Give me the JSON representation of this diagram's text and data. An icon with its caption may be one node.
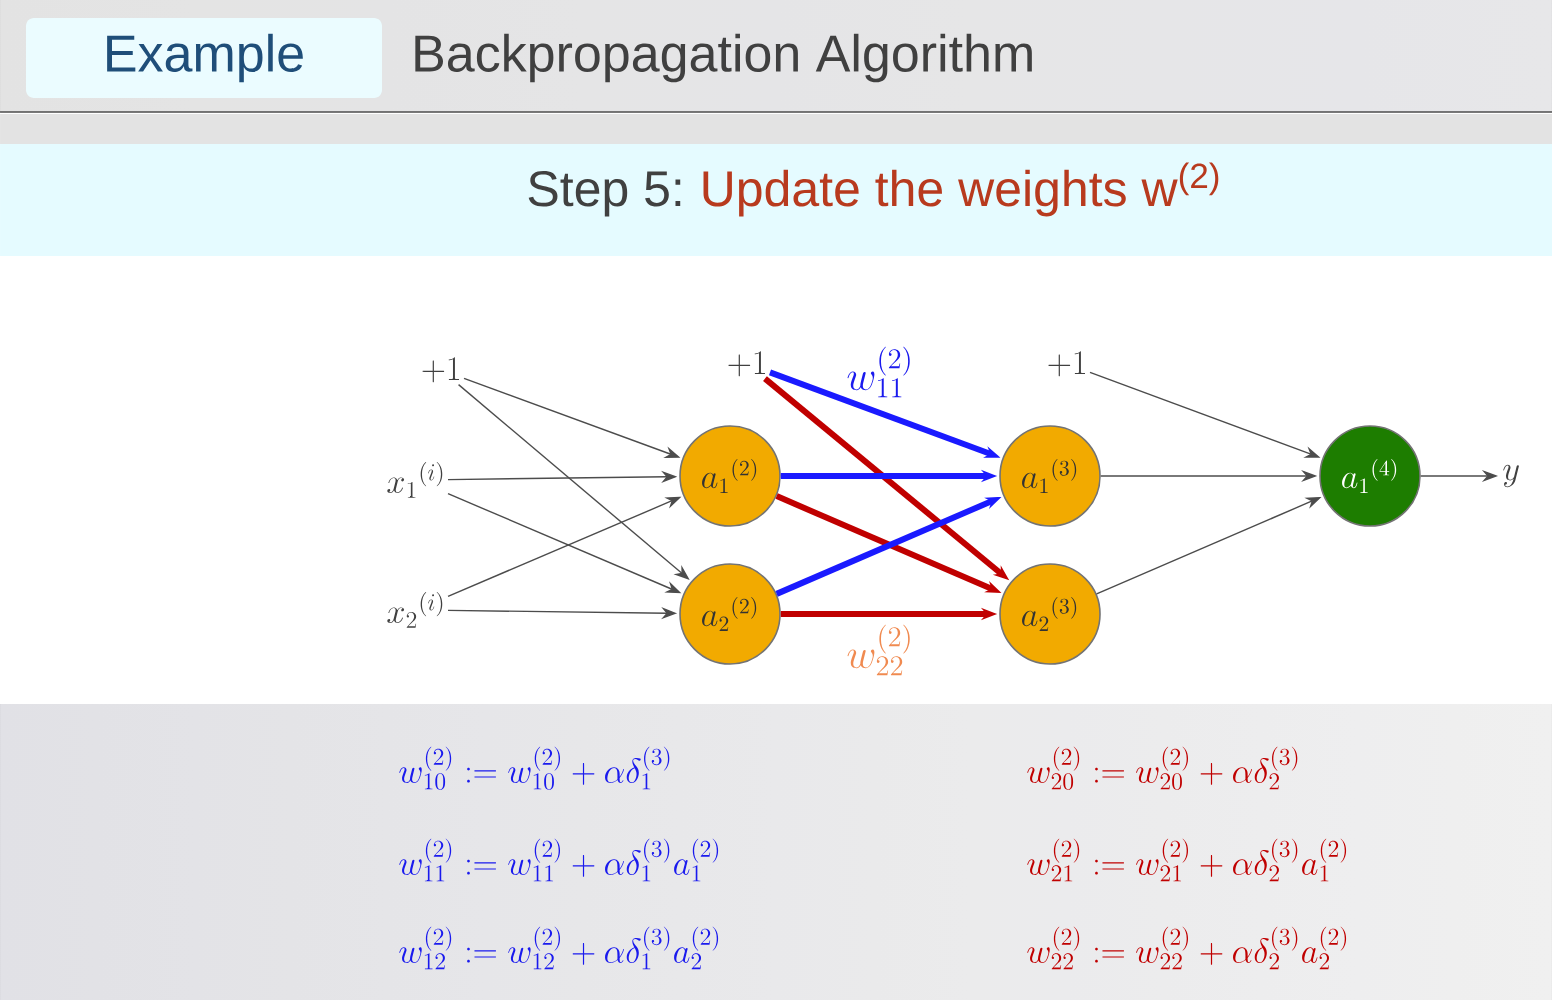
{
  "diagram": {
    "title": "Backpropagation Algorithm",
    "nodes": [
      {
        "text": [
          "+1"
        ]
      },
      {
        "text": [
          "x_1{}^{(i)}"
        ]
      },
      {
        "text": [
          "x_2{}^{(i)}"
        ]
      },
      {
        "text": [
          "+1"
        ]
      },
      {
        "text": [
          "a_1{}^{(2)}"
        ]
      },
      {
        "text": [
          "a_2{}^{(2)}"
        ]
      },
      {
        "text": [
          "+1"
        ]
      },
      {
        "text": [
          "a_1{}^{(3)}"
        ]
      },
      {
        "text": [
          "a_2{}^{(3)}"
        ]
      },
      {
        "text": [
          "a_1{}^{(4)}"
        ]
      },
      {
        "text": [
          "y"
        ]
      }
    ],
    "edges": [
      {
        "from": 0,
        "to": 4,
        "arrow": "to"
      },
      {
        "from": 0,
        "to": 5,
        "arrow": "to"
      },
      {
        "from": 1,
        "to": 4,
        "arrow": "to"
      },
      {
        "from": 1,
        "to": 5,
        "arrow": "to"
      },
      {
        "from": 2,
        "to": 4,
        "arrow": "to"
      },
      {
        "from": 2,
        "to": 5,
        "arrow": "to"
      },
      {
        "from": 3,
        "to": 7,
        "arrow": "to",
        "style": "thick",
        "color": "#1a1aff"
      },
      {
        "from": 3,
        "to": 8,
        "arrow": "to",
        "style": "thick",
        "color": "#c00000"
      },
      {
        "from": 4,
        "to": 7,
        "arrow": "to",
        "style": "thick",
        "color": "#1a1aff"
      },
      {
        "from": 4,
        "to": 8,
        "arrow": "to",
        "style": "thick",
        "color": "#c00000"
      },
      {
        "from": 5,
        "to": 7,
        "arrow": "to",
        "style": "thick",
        "color": "#1a1aff"
      },
      {
        "from": 5,
        "to": 8,
        "arrow": "to",
        "style": "thick",
        "color": "#c00000"
      },
      {
        "from": 6,
        "to": 9,
        "arrow": "to"
      },
      {
        "from": 7,
        "to": 9,
        "arrow": "to"
      },
      {
        "from": 8,
        "to": 9,
        "arrow": "to"
      },
      {
        "from": 9,
        "to": 10,
        "arrow": "to"
      }
    ],
    "labels": [
      "Example",
      "Step 5:",
      "Update the weights w$^{(2)}$",
      "w_{11}^{(2)}",
      "w_{22}^{(2)}",
      "w_{10}^{(2)} := w_{10}^{(2)} + \\alpha\\delta_1^{(3)}",
      "w_{20}^{(2)} := w_{20}^{(2)} + \\alpha\\delta_2^{(3)}",
      "w_{11}^{(2)} := w_{11}^{(2)} + \\alpha\\delta_1^{(3)}a_1^{(2)}",
      "w_{21}^{(2)} := w_{21}^{(2)} + \\alpha\\delta_2^{(3)}a_1^{(2)}",
      "w_{12}^{(2)} := w_{12}^{(2)} + \\alpha\\delta_1^{(3)}a_2^{(2)}",
      "w_{22}^{(2)} := w_{22}^{(2)} + \\alpha\\delta_2^{(3)}a_2^{(2)}"
    ]
  }
}
